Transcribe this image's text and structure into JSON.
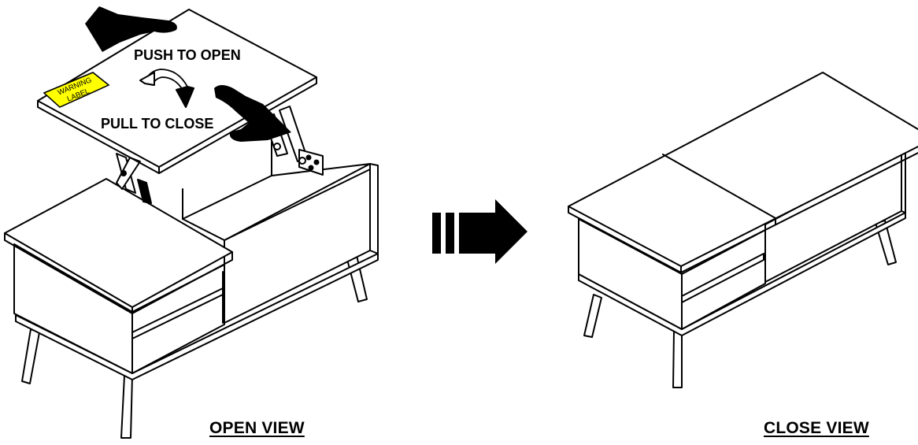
{
  "diagram": {
    "open_view": {
      "caption": "OPEN VIEW",
      "push_label": "PUSH TO OPEN",
      "pull_label": "PULL TO CLOSE",
      "warning_label_line1": "WARNING",
      "warning_label_line2": "LABEL",
      "warning_label_color": "#ffff00"
    },
    "close_view": {
      "caption": "CLOSE VIEW"
    },
    "transition_arrow_color": "#000000"
  }
}
